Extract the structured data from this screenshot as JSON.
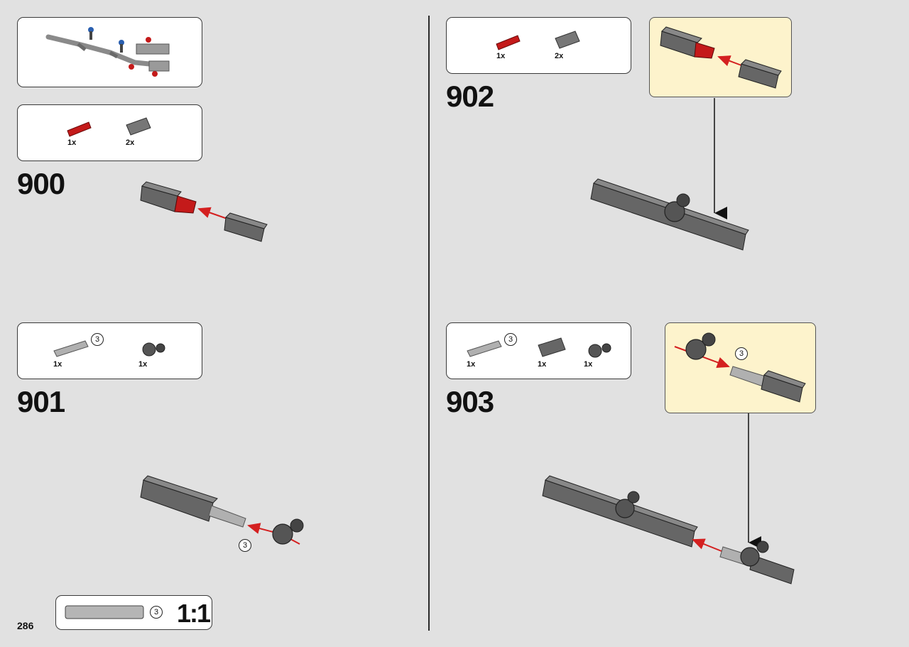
{
  "page": {
    "number": "286"
  },
  "steps": [
    {
      "number": "900",
      "parts": [
        {
          "qty": "1x",
          "part": "red-axle-connector"
        },
        {
          "qty": "2x",
          "part": "dark-gray-tube"
        }
      ]
    },
    {
      "number": "901",
      "parts": [
        {
          "qty": "1x",
          "part": "light-gray-axle",
          "length": "3"
        },
        {
          "qty": "1x",
          "part": "dark-gray-axle-pin-connector"
        }
      ],
      "callout_length": "3"
    },
    {
      "number": "902",
      "parts": [
        {
          "qty": "1x",
          "part": "red-axle-connector"
        },
        {
          "qty": "2x",
          "part": "dark-gray-tube"
        }
      ]
    },
    {
      "number": "903",
      "parts": [
        {
          "qty": "1x",
          "part": "light-gray-axle",
          "length": "3"
        },
        {
          "qty": "1x",
          "part": "dark-gray-tube"
        },
        {
          "qty": "1x",
          "part": "dark-gray-axle-pin-connector"
        }
      ],
      "callout_length": "3"
    }
  ],
  "scale_ruler": {
    "length": "3",
    "label": "1:1"
  },
  "colors": {
    "background": "#e1e1e1",
    "panel": "#ffffff",
    "callout": "#fdf3cc",
    "part_dark_gray": "#6b6b6b",
    "part_red": "#c41a1a",
    "part_light_gray": "#a8a8a8",
    "arrow_red": "#d42020"
  }
}
